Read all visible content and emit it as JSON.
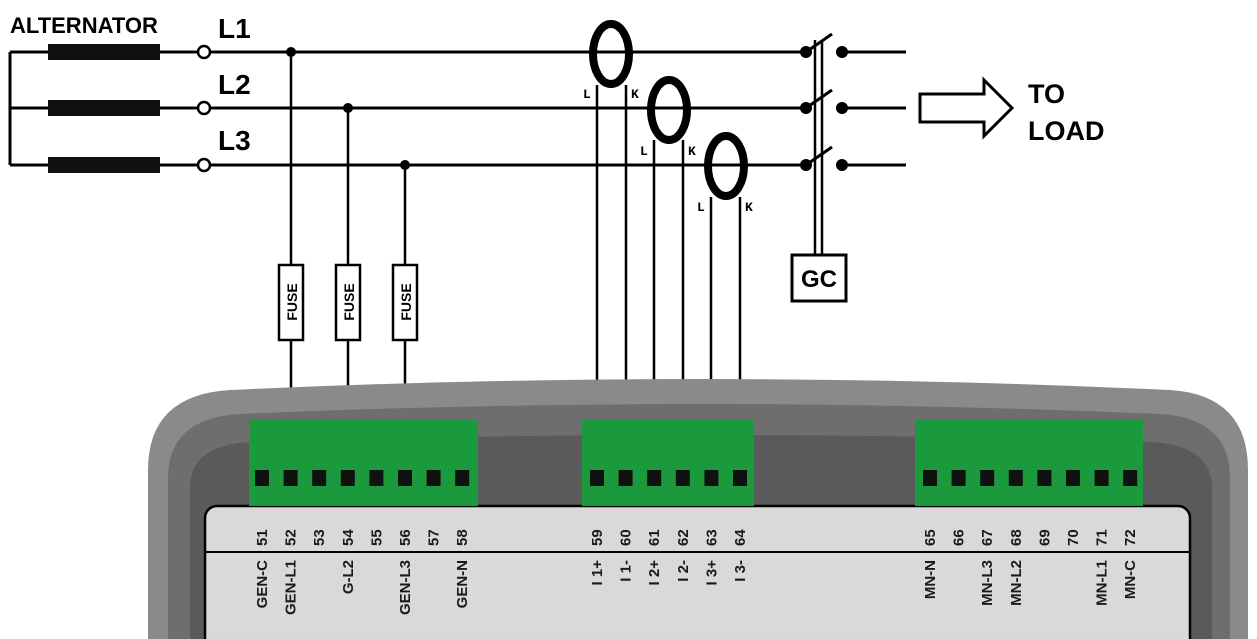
{
  "labels": {
    "alternator": "ALTERNATOR",
    "to_load_line1": "TO",
    "to_load_line2": "LOAD",
    "gc": "GC",
    "fuse": "FUSE"
  },
  "phases": [
    "L1",
    "L2",
    "L3"
  ],
  "ct": [
    {
      "l": "L",
      "k": "K"
    },
    {
      "l": "L",
      "k": "K"
    },
    {
      "l": "L",
      "k": "K"
    }
  ],
  "terminal_numbers": [
    "51",
    "52",
    "53",
    "54",
    "55",
    "56",
    "57",
    "58",
    "59",
    "60",
    "61",
    "62",
    "63",
    "64",
    "65",
    "66",
    "67",
    "68",
    "69",
    "70",
    "71",
    "72"
  ],
  "terminal_names": [
    "GEN-C",
    "GEN-L1",
    "",
    "G-L2",
    "",
    "GEN-L3",
    "",
    "GEN-N",
    "I 1+",
    "I 1-",
    "I 2+",
    "I 2-",
    "I 3+",
    "I 3-",
    "MN-N",
    "",
    "MN-L3",
    "MN-L2",
    "",
    "",
    "MN-L1",
    "MN-C"
  ],
  "colors": {
    "connector": "#1a9a3c",
    "housing_outer": "#8a8a8a",
    "housing_mid": "#6e6e6e",
    "housing_inner": "#5c5c5c",
    "label_panel": "#d9d9d9"
  }
}
